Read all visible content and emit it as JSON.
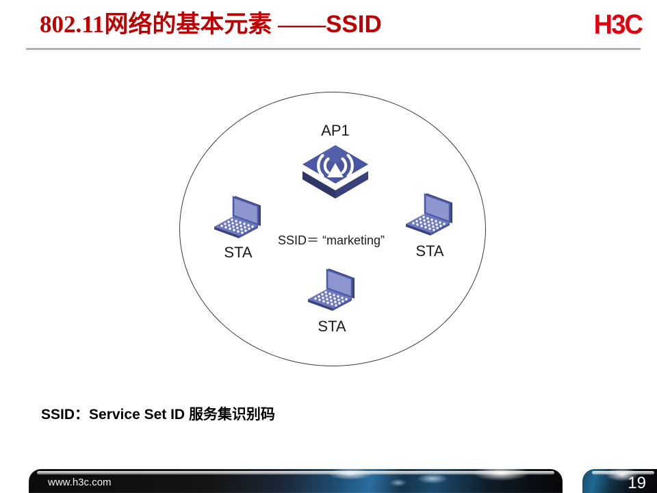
{
  "header": {
    "title_cjk": "802.11网络的基本元素 ——",
    "title_suffix": "SSID",
    "logo_text": "H3C",
    "brand_red": "#C00000",
    "logo_red": "#E3000F"
  },
  "diagram": {
    "coverage_label": "",
    "ssid_text": "SSID＝ “marketing”",
    "nodes": [
      {
        "id": "ap1",
        "label": "AP1",
        "icon": "wireless-access-point-icon"
      },
      {
        "id": "sta-left",
        "label": "STA",
        "icon": "laptop-icon"
      },
      {
        "id": "sta-right",
        "label": "STA",
        "icon": "laptop-icon"
      },
      {
        "id": "sta-bottom",
        "label": "STA",
        "icon": "laptop-icon"
      }
    ],
    "colors": {
      "ellipse_stroke": "#3a3a3a",
      "device_blue": "#5b68b4",
      "device_blue_dark": "#3a4380",
      "device_screen": "#8d96ce"
    }
  },
  "caption": {
    "prefix": "SSID：Service Set ID ",
    "cjk": "服务集识别码"
  },
  "footer": {
    "url": "www.h3c.com",
    "page_number": "19"
  }
}
